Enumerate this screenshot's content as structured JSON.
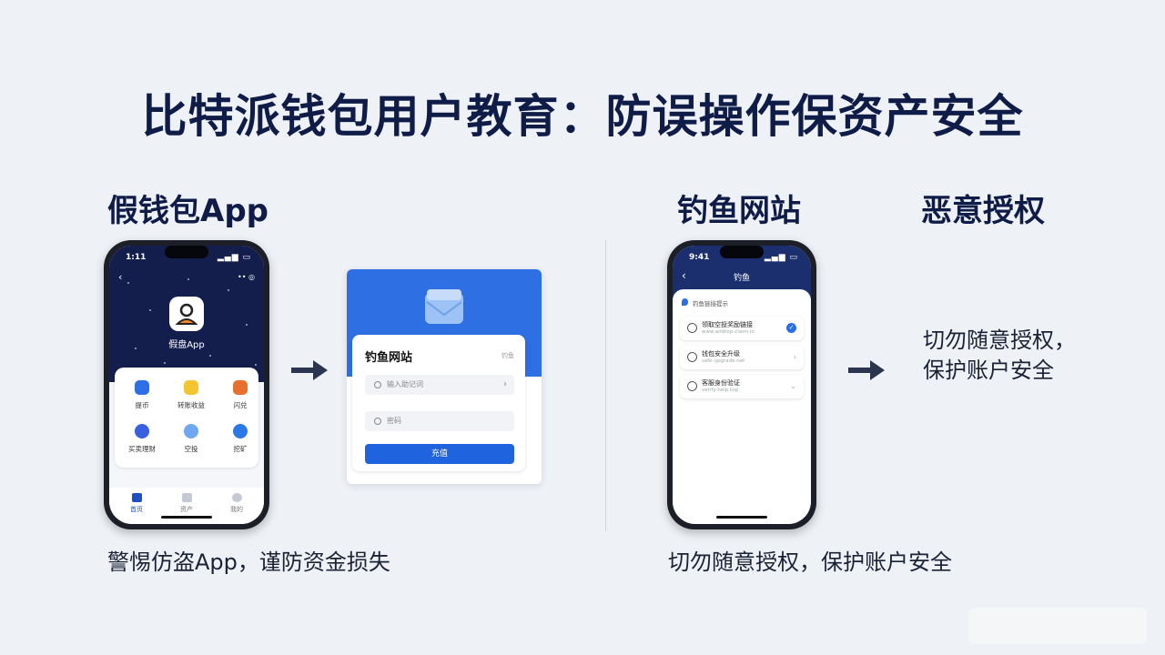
{
  "title": "比特派钱包用户教育：防误操作保资产安全",
  "sections": {
    "fake_app": {
      "heading": "假钱包App",
      "caption": "警惕仿盗App，谨防资金损失",
      "phone": {
        "time": "1:11",
        "app_name": "假盘App",
        "grid": [
          {
            "label": "提币",
            "color": "#2e6ee6"
          },
          {
            "label": "转账收益",
            "color": "#f2c531"
          },
          {
            "label": "闪兑",
            "color": "#e8702e"
          },
          {
            "label": "买卖理财",
            "color": "#3860e0"
          },
          {
            "label": "空投",
            "color": "#6fa7f0"
          },
          {
            "label": "挖矿",
            "color": "#2b79e6"
          }
        ],
        "tabs": [
          "首页",
          "资产",
          "我的"
        ]
      }
    },
    "phishing": {
      "heading": "钓鱼网站",
      "caption": "切勿随意授权，保护账户安全",
      "web": {
        "title": "钓鱼网站",
        "mini": "钓鱼",
        "field1": "输入助记词",
        "field2": "密码",
        "button": "充值"
      },
      "phone": {
        "time": "9:41",
        "header": "钓鱼",
        "top_label": "钓鱼链接提示",
        "rows": [
          {
            "title": "领取空投奖励链接",
            "sub": "www.airdrop-claim.io"
          },
          {
            "title": "钱包安全升级",
            "sub": "safe-upgrade.net"
          },
          {
            "title": "客服身份验证",
            "sub": "verify-help.top"
          }
        ]
      }
    },
    "malicious_auth": {
      "heading": "恶意授权",
      "text_line1": "切勿随意授权，",
      "text_line2": "保护账户安全"
    }
  },
  "arrow_color": "#2b3550",
  "title_color": "#101c48"
}
